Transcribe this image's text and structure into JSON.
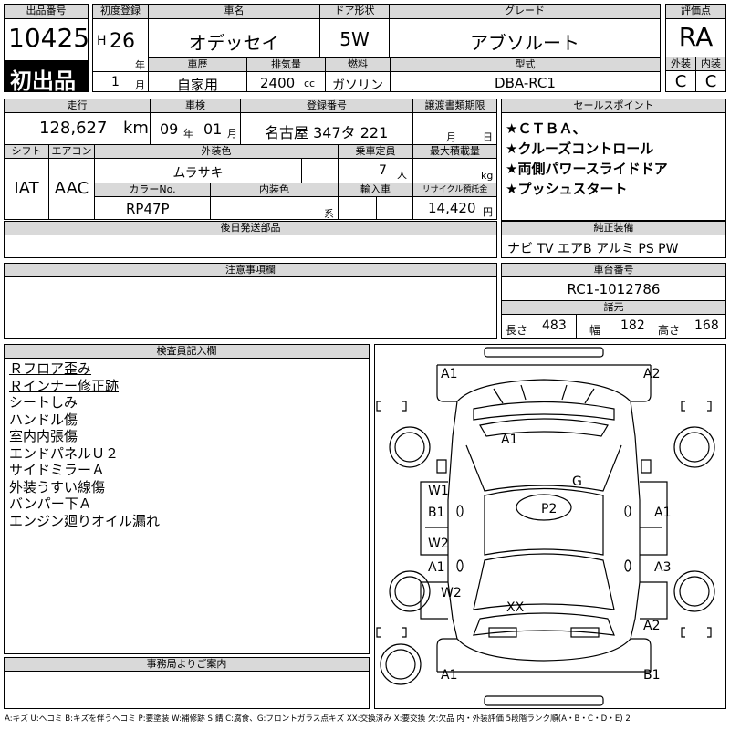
{
  "header": {
    "lot_label": "出品番号",
    "lot_number": "10425",
    "first_listing": "初出品",
    "first_reg_label": "初度登録",
    "era": "H",
    "year_num": "26",
    "year_unit": "年",
    "month_num": "1",
    "month_unit": "月",
    "name_label": "車名",
    "car_name": "オデッセイ",
    "door_label": "ドア形状",
    "door": "5W",
    "grade_label": "グレード",
    "grade": "アブソルート",
    "score_label": "評価点",
    "score": "RA",
    "history_label": "車歴",
    "history": "自家用",
    "displacement_label": "排気量",
    "displacement": "2400",
    "displacement_unit": "cc",
    "fuel_label": "燃料",
    "fuel": "ガソリン",
    "model_label": "型式",
    "model": "DBA-RC1",
    "ext_label": "外装",
    "ext": "C",
    "int_label": "内装",
    "int": "C"
  },
  "row2": {
    "mileage_label": "走行",
    "mileage": "128,627",
    "mileage_unit": "km",
    "inspection_label": "車検",
    "insp_year": "09",
    "insp_year_unit": "年",
    "insp_month": "01",
    "insp_month_unit": "月",
    "plate_label": "登録番号",
    "plate": "名古屋 347タ 221",
    "transfer_label": "譲渡書類期限",
    "transfer_month": "月",
    "transfer_day": "日",
    "sales_label": "セールスポイント",
    "sales_points": [
      "★ＣＴＢＡ、",
      "★クルーズコントロール",
      "★両側パワースライドドア",
      "★プッシュスタート"
    ]
  },
  "row3": {
    "shift_label": "シフト",
    "shift": "IAT",
    "ac_label": "エアコン",
    "ac": "AAC",
    "exterior_color_label": "外装色",
    "exterior_color": "ムラサキ",
    "capacity_label": "乗車定員",
    "capacity": "7",
    "capacity_unit": "人",
    "max_load_label": "最大積載量",
    "max_load_unit": "kg",
    "color_no_label": "カラーNo.",
    "color_no": "RP47P",
    "interior_color_label": "内装色",
    "interior_color_suffix": "系",
    "import_label": "輸入車",
    "recycle_label": "リサイクル預託金",
    "recycle": "14,420",
    "recycle_unit": "円"
  },
  "row4": {
    "later_parts_label": "後日発送部品",
    "equipment_label": "純正装備",
    "equipment": "ナビ TV エアB アルミ PS PW"
  },
  "row5": {
    "notes_label": "注意事項欄",
    "chassis_label": "車台番号",
    "chassis": "RC1-1012786",
    "spec_label": "諸元",
    "length_label": "長さ",
    "length": "483",
    "width_label": "幅",
    "width": "182",
    "height_label": "高さ",
    "height": "168"
  },
  "inspector": {
    "label": "検査員記入欄",
    "lines": [
      "Ｒフロア歪み",
      "Ｒインナー修正跡",
      "シートしみ",
      "ハンドル傷",
      "室内内張傷",
      "エンドパネルＵ２",
      "サイドミラーＡ",
      "外装うすい線傷",
      "バンパー下Ａ",
      "エンジン廻りオイル漏れ"
    ]
  },
  "diagram_marks": {
    "a1_top": "A1",
    "a2_top": "A2",
    "a1_hood": "A1",
    "g": "G",
    "w1": "W1",
    "b1_left": "B1",
    "p2": "P2",
    "a1_right": "A1",
    "w2_a": "W2",
    "a1_left": "A1",
    "a3_right": "A3",
    "w2_b": "W2",
    "xx": "XX",
    "a2_rear": "A2",
    "a1_bottom": "A1",
    "b1_bottom": "B1"
  },
  "office": {
    "label": "事務局よりご案内"
  },
  "legend": "A:キズ U:ヘコミ B:キズを伴うヘコミ P:要塗装 W:補修跡 S:錆 C:腐食、G:フロントガラス点キズ XX:交換済み X:要交換 欠:欠品 内・外装評価 5段階ランク順(A・B・C・D・E) 2"
}
